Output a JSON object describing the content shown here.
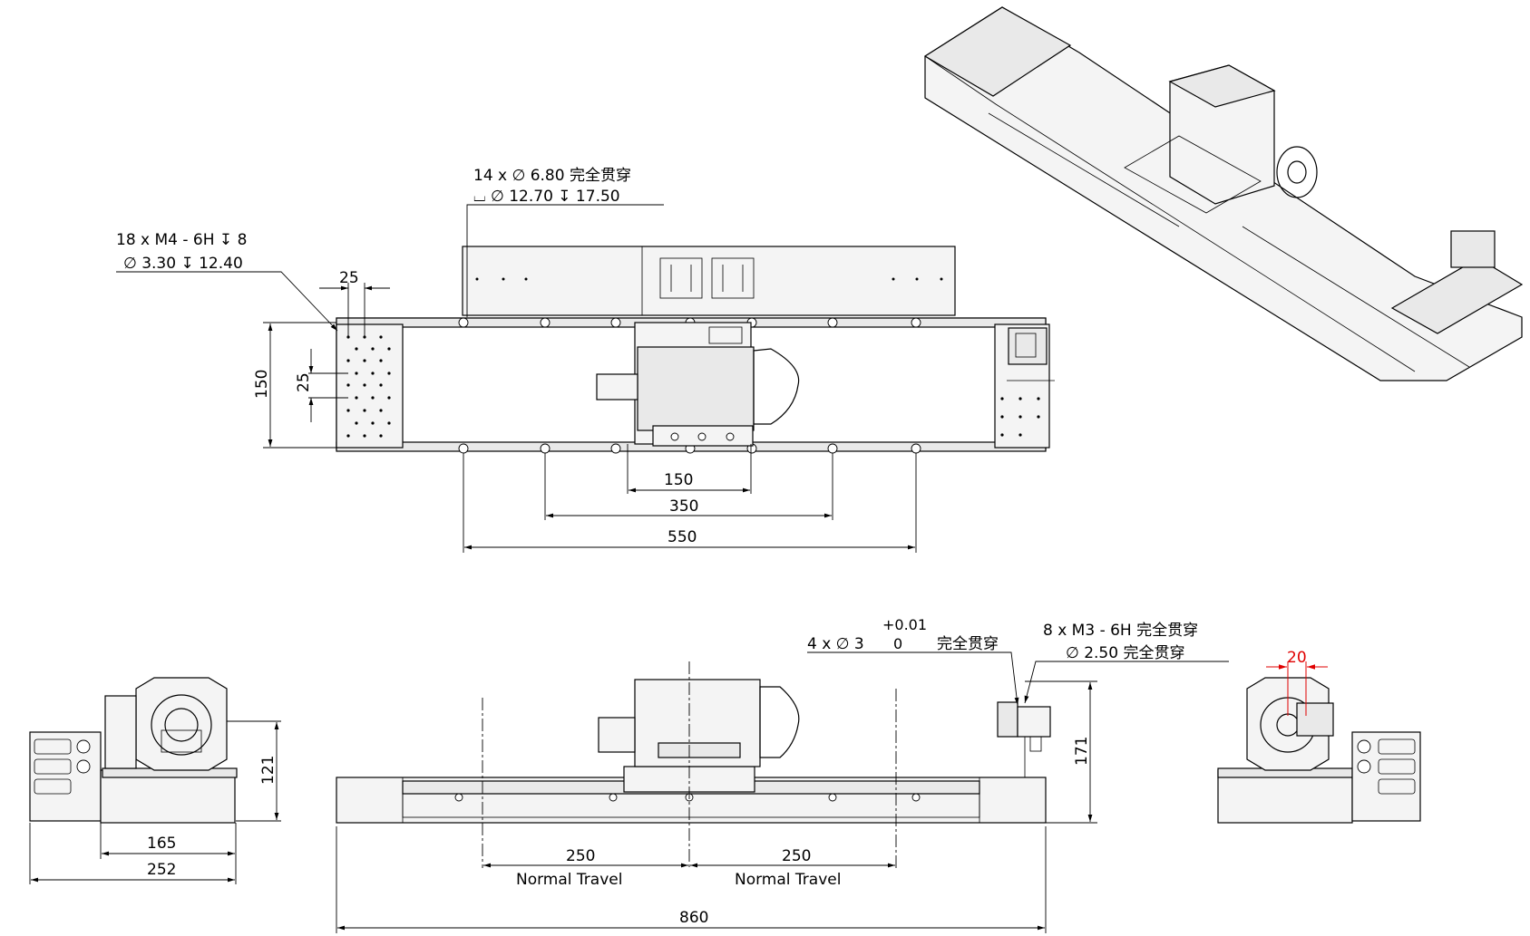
{
  "callouts": {
    "top_holes_line1": "14 x ∅ 6.80 完全贯穿",
    "top_holes_line2": "⌴ ∅ 12.70 ↧ 17.50",
    "left_threads_line1": "18 x  M4 - 6H ↧ 8",
    "left_threads_line2": "∅ 3.30 ↧ 12.40",
    "pin_holes_qty": "4 x ∅ 3",
    "pin_holes_tol_upper": "+0.01",
    "pin_holes_tol_lower": "0",
    "pin_holes_through": "完全贯穿",
    "m3_line1": "8 x  M3 - 6H 完全贯穿",
    "m3_line2": "∅ 2.50 完全贯穿"
  },
  "dimensions": {
    "top_pitch_x": "25",
    "top_pitch_y": "25",
    "top_height": "150",
    "top_inner": "150",
    "top_mid": "350",
    "top_outer": "550",
    "front_height": "171",
    "left_height": "121",
    "left_width_inner": "165",
    "left_width_outer": "252",
    "right_offset": "20",
    "travel_left": "250",
    "travel_right": "250",
    "travel_label_left": "Normal Travel",
    "travel_label_right": "Normal Travel",
    "overall_length": "860"
  },
  "colors": {
    "line": "#000000",
    "highlight": "#e00000",
    "background": "#ffffff"
  }
}
